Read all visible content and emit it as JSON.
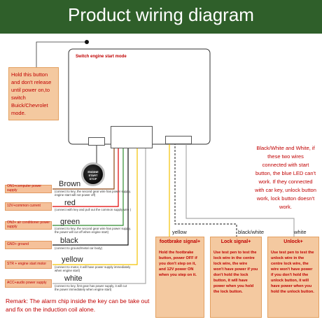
{
  "title": "Product wiring diagram",
  "module_label": "Switch engine start mode",
  "hold_note": "Hold this button and don't release until power on,to switch Buick/Chevrolet mode.",
  "start_button": {
    "line1": "ENGINE",
    "line2": "START",
    "line3": "STOP"
  },
  "wires": [
    {
      "label": "ON1+computer power supply",
      "color_name": "Brown",
      "description": "(connect to key, the second gear wire has power supply, engine start will not power off)",
      "hex": "#8b4513"
    },
    {
      "label": "12V+common current",
      "color_name": "red",
      "description": "(connect with key and pull out the common supply wire )",
      "hex": "#e00000"
    },
    {
      "label": "ON2+ air conditioner power supply",
      "color_name": "green",
      "description": "(connect to key, the second gear wire has power supply, the power will cut off when engine start)",
      "hex": "#2e8b2e"
    },
    {
      "label": "GND+ ground",
      "color_name": "black",
      "description": "(connect to ground/metal car body)",
      "hex": "#111111"
    },
    {
      "label": "STR + engine start motor",
      "color_name": "yellow",
      "description": "(connect to motor, it will have power supply immediately when engine start)",
      "hex": "#f2c200"
    },
    {
      "label": "ACC+audio power supply",
      "color_name": "white",
      "description": "(connect to key, first gear has power supply, it will cut the power immediately when engine start)",
      "hex": "#bbbbbb"
    }
  ],
  "side_note": "Black/White and White, if these two wires connected with start button, the blue LED can't work. If they connected with car key, unlock button work, lock button doesn't work.",
  "bottom_wire_labels": {
    "yellow": "yellow",
    "black_white": "black/white",
    "white": "white"
  },
  "functions": [
    {
      "title": "footbrake signal+",
      "text": "Hold the footbrake button, power OFF if you don't step on it, and 12V power ON when you step on it."
    },
    {
      "title": "Lock signal+",
      "text": "Use test pen to test the lock wire in the centre lock wire, the wire won't have power if you don't hold the lock button, it will have power when you hold the lock button."
    },
    {
      "title": "Unlock+",
      "text": "Use test pen to test the unlock wire in the centre lock wire, the wire won't have power if you don't hold the unlock button, it will have power when you hold the unlock button."
    }
  ],
  "remark": "Remark: The alarm chip inside the key can be take out and fix on the induction coil alone."
}
